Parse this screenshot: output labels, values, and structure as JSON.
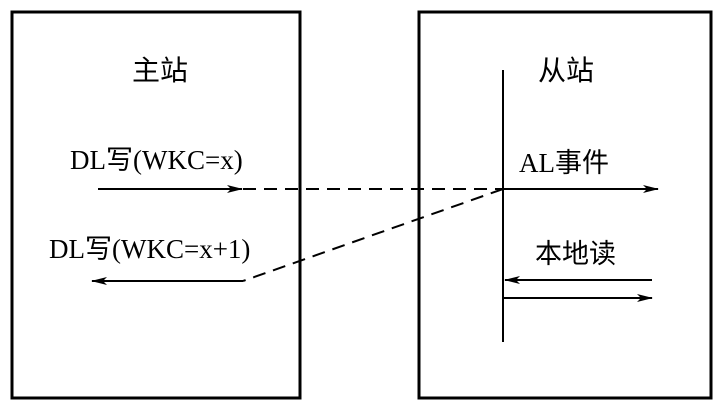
{
  "master": {
    "title": "主站"
  },
  "slave": {
    "title": "从站"
  },
  "messages": {
    "dl_write_out": "DL写(WKC=x)",
    "dl_write_back": "DL写(WKC=x+1)",
    "al_event": "AL事件",
    "local_read": "本地读"
  },
  "colors": {
    "stroke": "#000000",
    "background": "#ffffff"
  }
}
